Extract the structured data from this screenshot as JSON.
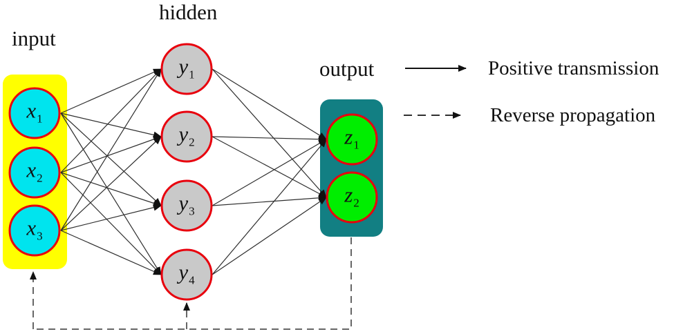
{
  "labels": {
    "input": "input",
    "hidden": "hidden",
    "output": "output"
  },
  "nodes": {
    "input": [
      {
        "letter": "x",
        "sub": "1"
      },
      {
        "letter": "x",
        "sub": "2"
      },
      {
        "letter": "x",
        "sub": "3"
      }
    ],
    "hidden": [
      {
        "letter": "y",
        "sub": "1"
      },
      {
        "letter": "y",
        "sub": "2"
      },
      {
        "letter": "y",
        "sub": "3"
      },
      {
        "letter": "y",
        "sub": "4"
      }
    ],
    "output": [
      {
        "letter": "z",
        "sub": "1"
      },
      {
        "letter": "z",
        "sub": "2"
      }
    ]
  },
  "legend": [
    {
      "style": "solid",
      "label": "Positive transmission"
    },
    {
      "style": "dashed",
      "label": "Reverse propagation"
    }
  ],
  "colors": {
    "background": "#ffffff",
    "input_box": "#ffff00",
    "input_node": "#00e4ee",
    "hidden_node": "#c9c9c9",
    "output_box": "#127f83",
    "output_node": "#00ee00",
    "node_border": "#e8000d",
    "connection_line": "#2e2e2e",
    "text": "#111111"
  }
}
